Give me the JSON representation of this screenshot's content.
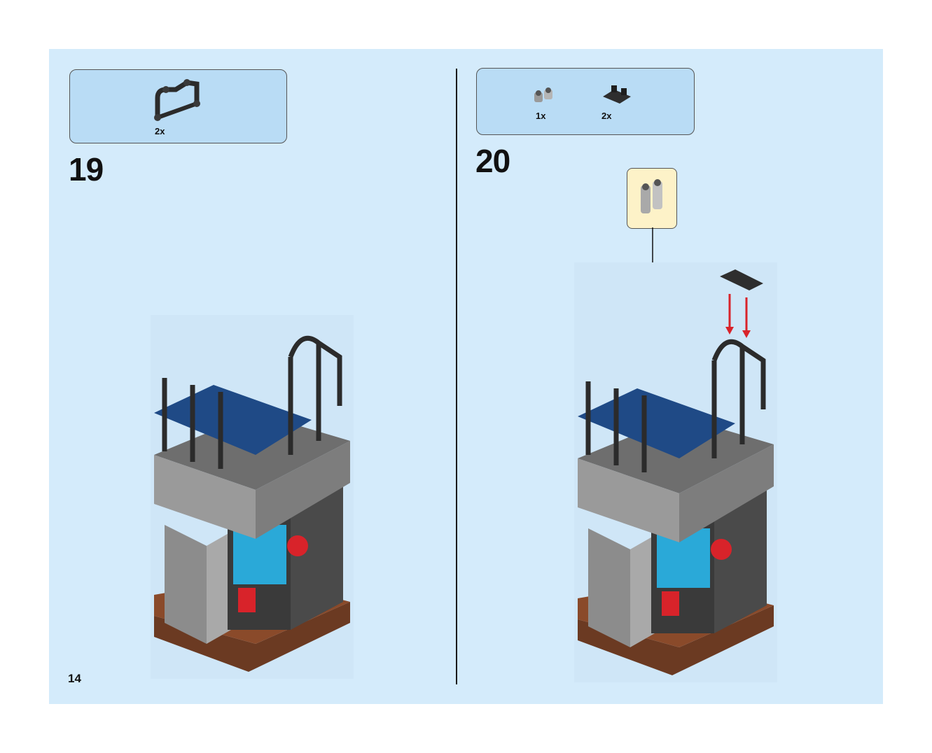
{
  "page_number": "14",
  "left_step": {
    "number": "19",
    "parts": [
      {
        "icon": "black-arch-bar-part",
        "quantity": "2x"
      }
    ]
  },
  "right_step": {
    "number": "20",
    "parts": [
      {
        "icon": "grey-binocular-piece-part",
        "quantity": "1x"
      },
      {
        "icon": "black-clip-plate-part",
        "quantity": "2x"
      }
    ],
    "callout_icon": "grey-binocular-piece"
  },
  "colors": {
    "page_bg": "#d4ebfb",
    "parts_box": "#b9dcf5",
    "callout_bg": "#fdf2c8",
    "arrow": "#d8232a"
  }
}
